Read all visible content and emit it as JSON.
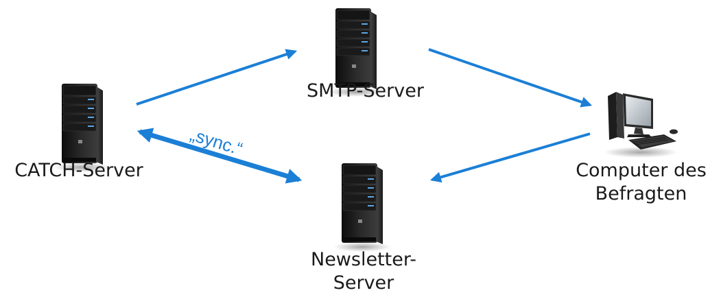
{
  "nodes": {
    "catch_server": {
      "label": "CATCH-Server"
    },
    "smtp_server": {
      "label": "SMTP-Server"
    },
    "newsletter_server": {
      "label_line1": "Newsletter-",
      "label_line2": "Server"
    },
    "computer": {
      "label_line1": "Computer des",
      "label_line2": "Befragten"
    }
  },
  "edges": {
    "sync_label": "„sync.“"
  },
  "colors": {
    "arrow": "#1b7fd6",
    "text": "#1a1a1a"
  },
  "icons": {
    "server": "server-tower-icon",
    "computer": "desktop-computer-icon"
  }
}
